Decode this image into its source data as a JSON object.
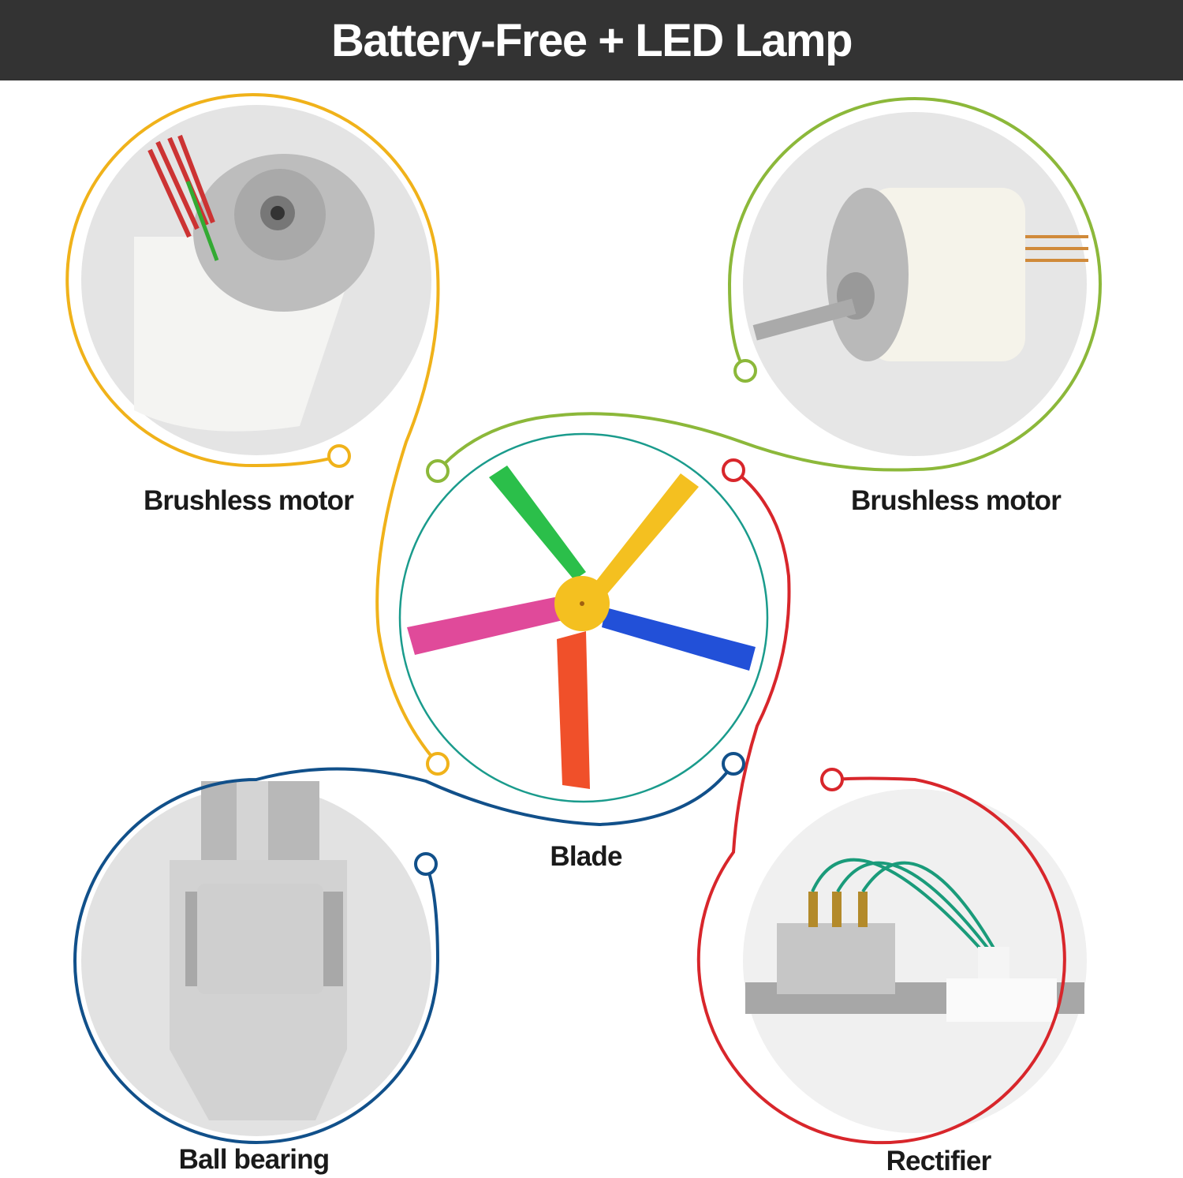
{
  "header": {
    "title": "Battery-Free + LED Lamp"
  },
  "components": [
    {
      "label": "Brushless motor",
      "color": "#f0b21a"
    },
    {
      "label": "Brushless motor",
      "color": "#8cb83a"
    },
    {
      "label": "Blade",
      "color": "#1a9b8c"
    },
    {
      "label": "Ball bearing",
      "color": "#11508a"
    },
    {
      "label": "Rectifier",
      "color": "#d8262b"
    }
  ],
  "blade_colors": [
    "#2bbf4a",
    "#f4c020",
    "#2250d8",
    "#f0502a",
    "#e04a9a"
  ]
}
